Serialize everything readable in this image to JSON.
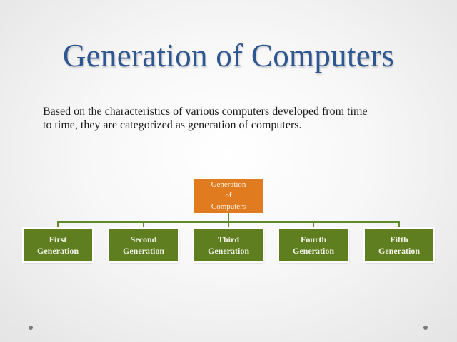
{
  "slide": {
    "title": "Generation of Computers",
    "intro_line1": "Based on the characteristics of various computers developed from time",
    "intro_line2": "to time, they are categorized as generation of computers."
  },
  "diagram": {
    "root": {
      "line1": "Generation",
      "line2": "of",
      "line3": "Computers",
      "color": "#e07b1f"
    },
    "children_color": "#5e7e20",
    "connector_color": "#5d8a2a",
    "children": [
      {
        "line1": "First",
        "line2": "Generation"
      },
      {
        "line1": "Second",
        "line2": "Generation"
      },
      {
        "line1": "Third",
        "line2": "Generation"
      },
      {
        "line1": "Fourth",
        "line2": "Generation"
      },
      {
        "line1": "Fifth",
        "line2": "Generation"
      }
    ]
  }
}
